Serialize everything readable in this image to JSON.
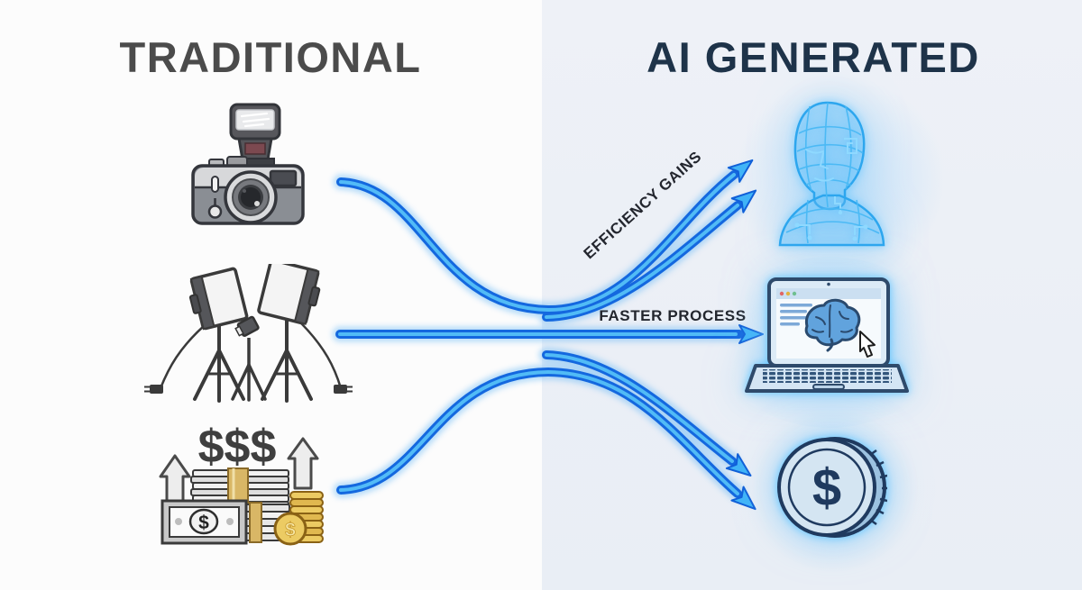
{
  "titles": {
    "traditional": "TRADITIONAL",
    "ai_generated": "AI GENERATED"
  },
  "arrow_labels": {
    "efficiency": "EFFICIENCY GAINS",
    "faster": "FASTER PROCESS"
  },
  "money": {
    "dollar_signs": "$$$",
    "bill_symbol": "$",
    "gold_coin_symbol": "$"
  },
  "ai_coin": {
    "symbol": "$"
  },
  "icon_names": {
    "left_column": [
      "camera-icon",
      "studio-lights-icon",
      "money-stack-icon"
    ],
    "right_column": [
      "ai-head-icon",
      "ai-laptop-icon",
      "ai-coin-icon"
    ]
  },
  "colors": {
    "background_left": "#fcfcfc",
    "background_right": "#edf1f7",
    "title_traditional": "#4b4b4b",
    "title_ai": "#1e3349",
    "arrow_outer": "#1468df",
    "arrow_core": "#55c0f8",
    "arrowhead": "#41b4f7",
    "label_text": "#23262e",
    "ai_glow": "#7cc8f6"
  }
}
